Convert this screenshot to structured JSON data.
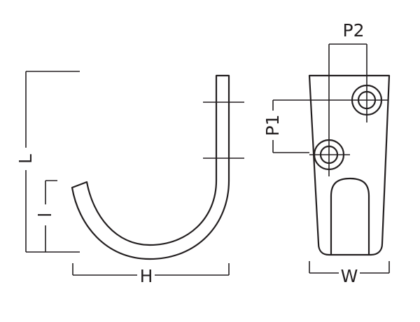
{
  "labels": {
    "L": "L",
    "l": "l",
    "H": "H",
    "P1": "P1",
    "P2": "P2",
    "W": "W"
  },
  "colors": {
    "stroke": "#231f20",
    "background": "#ffffff"
  }
}
